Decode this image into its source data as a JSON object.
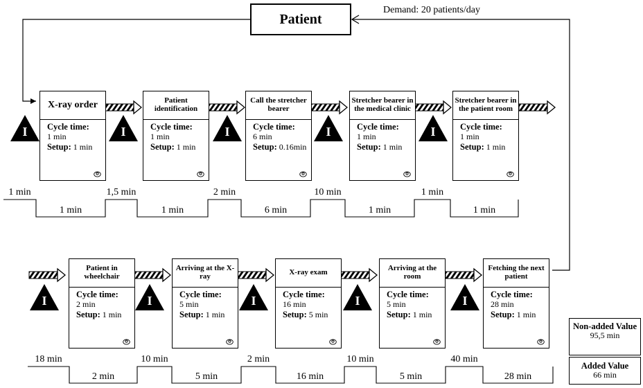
{
  "customer": {
    "name": "Patient",
    "demand": "Demand: 20 patients/day"
  },
  "processes": [
    {
      "title": "X-ray order",
      "cycle_label": "Cycle time:",
      "cycle_value": "1 min",
      "setup_label": "Setup:",
      "setup_value": "1 min"
    },
    {
      "title": "Patient identification",
      "cycle_label": "Cycle time:",
      "cycle_value": "1 min",
      "setup_label": "Setup:",
      "setup_value": "1 min"
    },
    {
      "title": "Call the stretcher bearer",
      "cycle_label": "Cycle time:",
      "cycle_value": "6 min",
      "setup_label": "Setup:",
      "setup_value": "0.16min"
    },
    {
      "title": "Stretcher bearer in the medical clinic",
      "cycle_label": "Cycle time:",
      "cycle_value": "1 min",
      "setup_label": "Setup:",
      "setup_value": "1 min"
    },
    {
      "title": "Stretcher bearer in the patient room",
      "cycle_label": "Cycle time:",
      "cycle_value": "1 min",
      "setup_label": "Setup:",
      "setup_value": "1 min"
    },
    {
      "title": "Patient in wheelchair",
      "cycle_label": "Cycle time:",
      "cycle_value": "2 min",
      "setup_label": "Setup:",
      "setup_value": "1 min"
    },
    {
      "title": "Arriving at the X-ray",
      "cycle_label": "Cycle time:",
      "cycle_value": "5 min",
      "setup_label": "Setup:",
      "setup_value": "1 min"
    },
    {
      "title": "X-ray exam",
      "cycle_label": "Cycle time:",
      "cycle_value": "16 min",
      "setup_label": "Setup:",
      "setup_value": "5 min"
    },
    {
      "title": "Arriving at the room",
      "cycle_label": "Cycle time:",
      "cycle_value": "5 min",
      "setup_label": "Setup:",
      "setup_value": "1 min"
    },
    {
      "title": "Fetching the next patient",
      "cycle_label": "Cycle time:",
      "cycle_value": "28 min",
      "setup_label": "Setup:",
      "setup_value": "1 min"
    }
  ],
  "inventory_label": "I",
  "timeline_top": {
    "waits": [
      "1 min",
      "1,5 min",
      "2 min",
      "10 min",
      "1 min"
    ],
    "processing": [
      "1 min",
      "1 min",
      "6 min",
      "1 min",
      "1 min"
    ]
  },
  "timeline_bottom": {
    "waits": [
      "18 min",
      "10 min",
      "2 min",
      "10 min",
      "40 min"
    ],
    "processing": [
      "2 min",
      "5 min",
      "16 min",
      "5 min",
      "28 min"
    ]
  },
  "summary": {
    "non_added_label": "Non-added Value",
    "non_added_value": "95,5 min",
    "added_label": "Added Value",
    "added_value": "66 min"
  }
}
